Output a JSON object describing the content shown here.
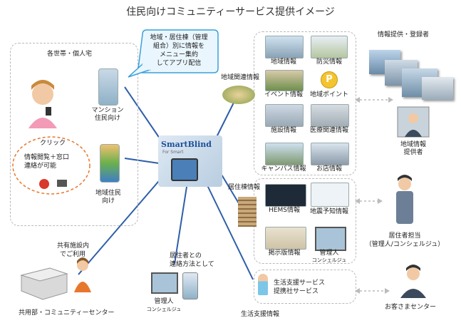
{
  "title": "住民向けコミュニティーサービス提供イメージ",
  "households_box": {
    "heading": "各世帯・個人宅",
    "click": "クリック",
    "browse_line1": "情報閲覧＋窓口",
    "browse_line2": "連絡が可能",
    "phone1_label_line1": "マンション",
    "phone1_label_line2": "住民向け",
    "phone2_label_line1": "地域住民",
    "phone2_label_line2": "向け"
  },
  "callout": {
    "line1": "地域・居住棟（管理",
    "line2": "組合）別に情報を",
    "line3": "メニュー集約",
    "line4": "してアプリ配信"
  },
  "logo": {
    "name": "SmartBlind",
    "sub": "For Smart"
  },
  "area_info": {
    "label": "地域関連情報",
    "items": [
      "地域情報",
      "防災情報",
      "イベント情報",
      "地域ポイント",
      "施設情報",
      "医療関連情報",
      "キャンパス情報",
      "お店情報"
    ],
    "coin": "P"
  },
  "building_info": {
    "label": "居住棟情報",
    "items": [
      "HEMS情報",
      "地震予知情報",
      "掲示版情報"
    ],
    "manager_line1": "管理人",
    "manager_line2": "コンシェルジュ"
  },
  "life_support": {
    "line1": "生活支援サービス",
    "line2": "提携社サービス",
    "bottom_label": "生活支援情報"
  },
  "providers": {
    "heading": "情報提供・登録者",
    "area_provider_line1": "地域情報",
    "area_provider_line2": "提供者",
    "resident_staff_line1": "居住者担当",
    "resident_staff_line2": "（管理人/コンシェルジュ）",
    "customer_center": "お客さまセンター"
  },
  "bottom": {
    "shared_line1": "共有施設内",
    "shared_line2": "でご利用",
    "shared_facility": "共用部・コミュニティーセンター",
    "contact_line1": "居住者との",
    "contact_line2": "連絡方法として",
    "manager_line1": "管理人",
    "manager_line2": "コンシェルジュ"
  },
  "colors": {
    "line": "#2e5fa8",
    "dashed": "#b9b9b9",
    "orange": "#e8772e",
    "callout_border": "#3aa0d8",
    "callout_fill": "#eaf6fd"
  }
}
